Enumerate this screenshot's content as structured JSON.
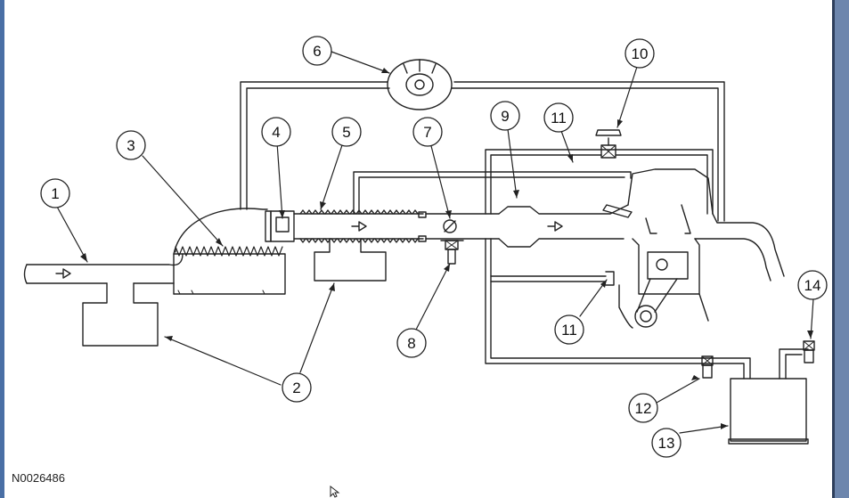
{
  "figure_id": "N0026486",
  "callouts": [
    "1",
    "2",
    "2",
    "3",
    "4",
    "5",
    "6",
    "7",
    "8",
    "9",
    "10",
    "11",
    "11",
    "12",
    "13",
    "14"
  ],
  "colors": {
    "line": "#222222",
    "window_border": "#4a6fa5",
    "scrollbar": "#6d86ad"
  },
  "icons": [
    "mouse-pointer-icon"
  ]
}
